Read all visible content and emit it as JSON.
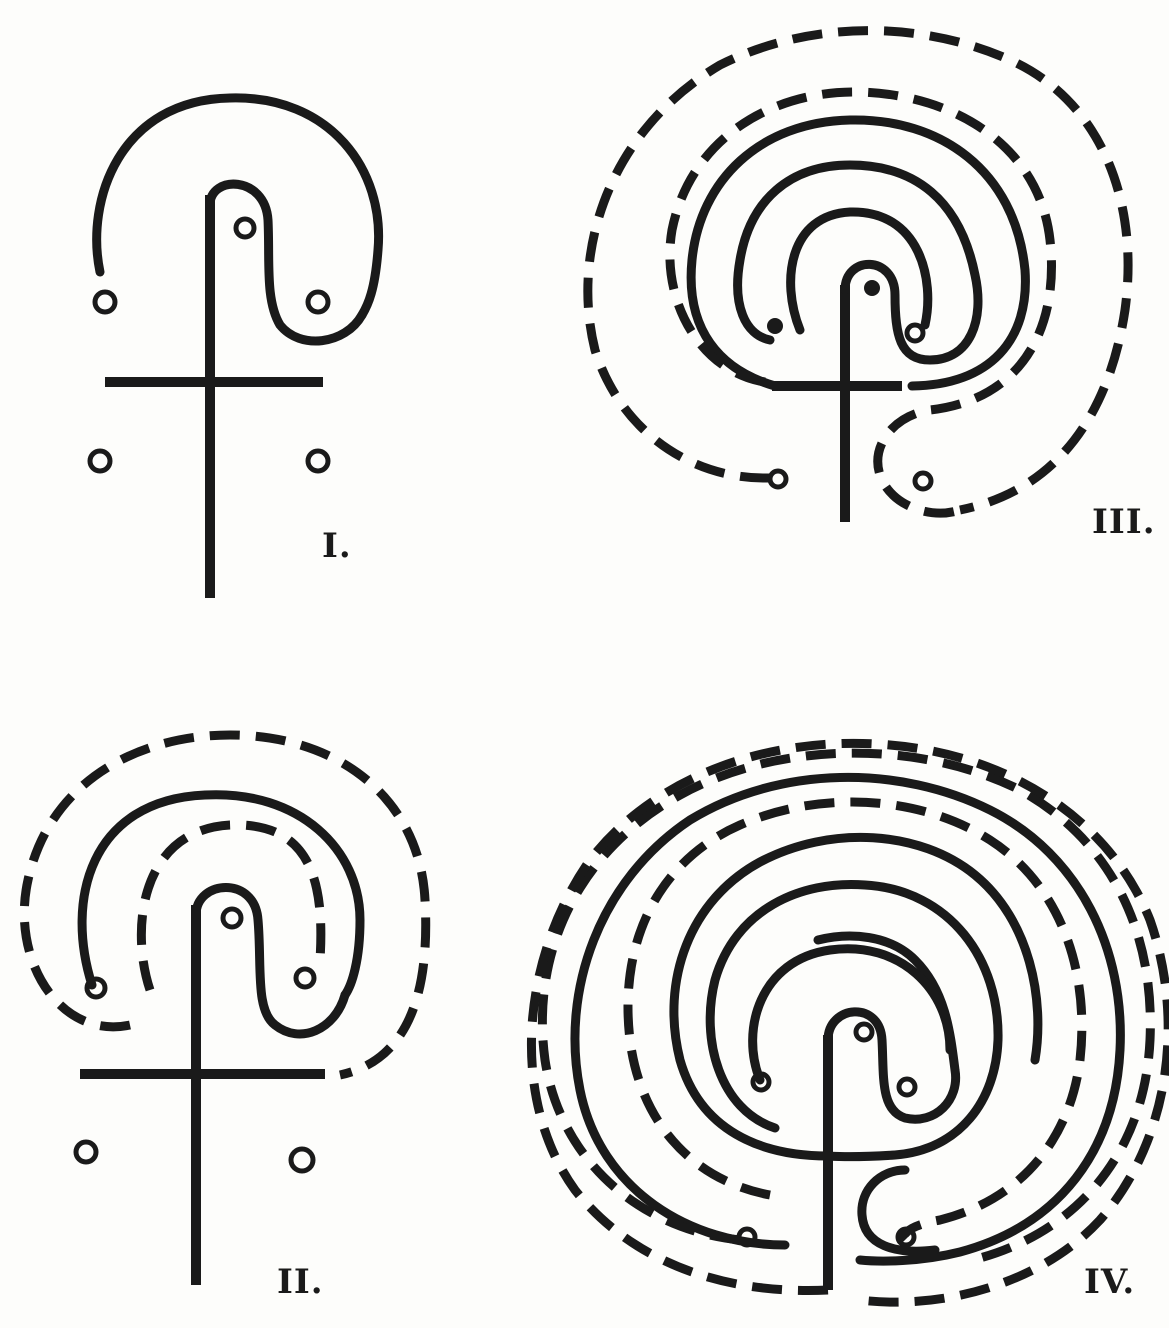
{
  "figure": {
    "panels": [
      {
        "id": "panel-1",
        "label": "I."
      },
      {
        "id": "panel-2",
        "label": "II."
      },
      {
        "id": "panel-3",
        "label": "III."
      },
      {
        "id": "panel-4",
        "label": "IV."
      }
    ],
    "colors": {
      "ink": "#1a1a1a",
      "paper": "#fdfdfb"
    }
  }
}
